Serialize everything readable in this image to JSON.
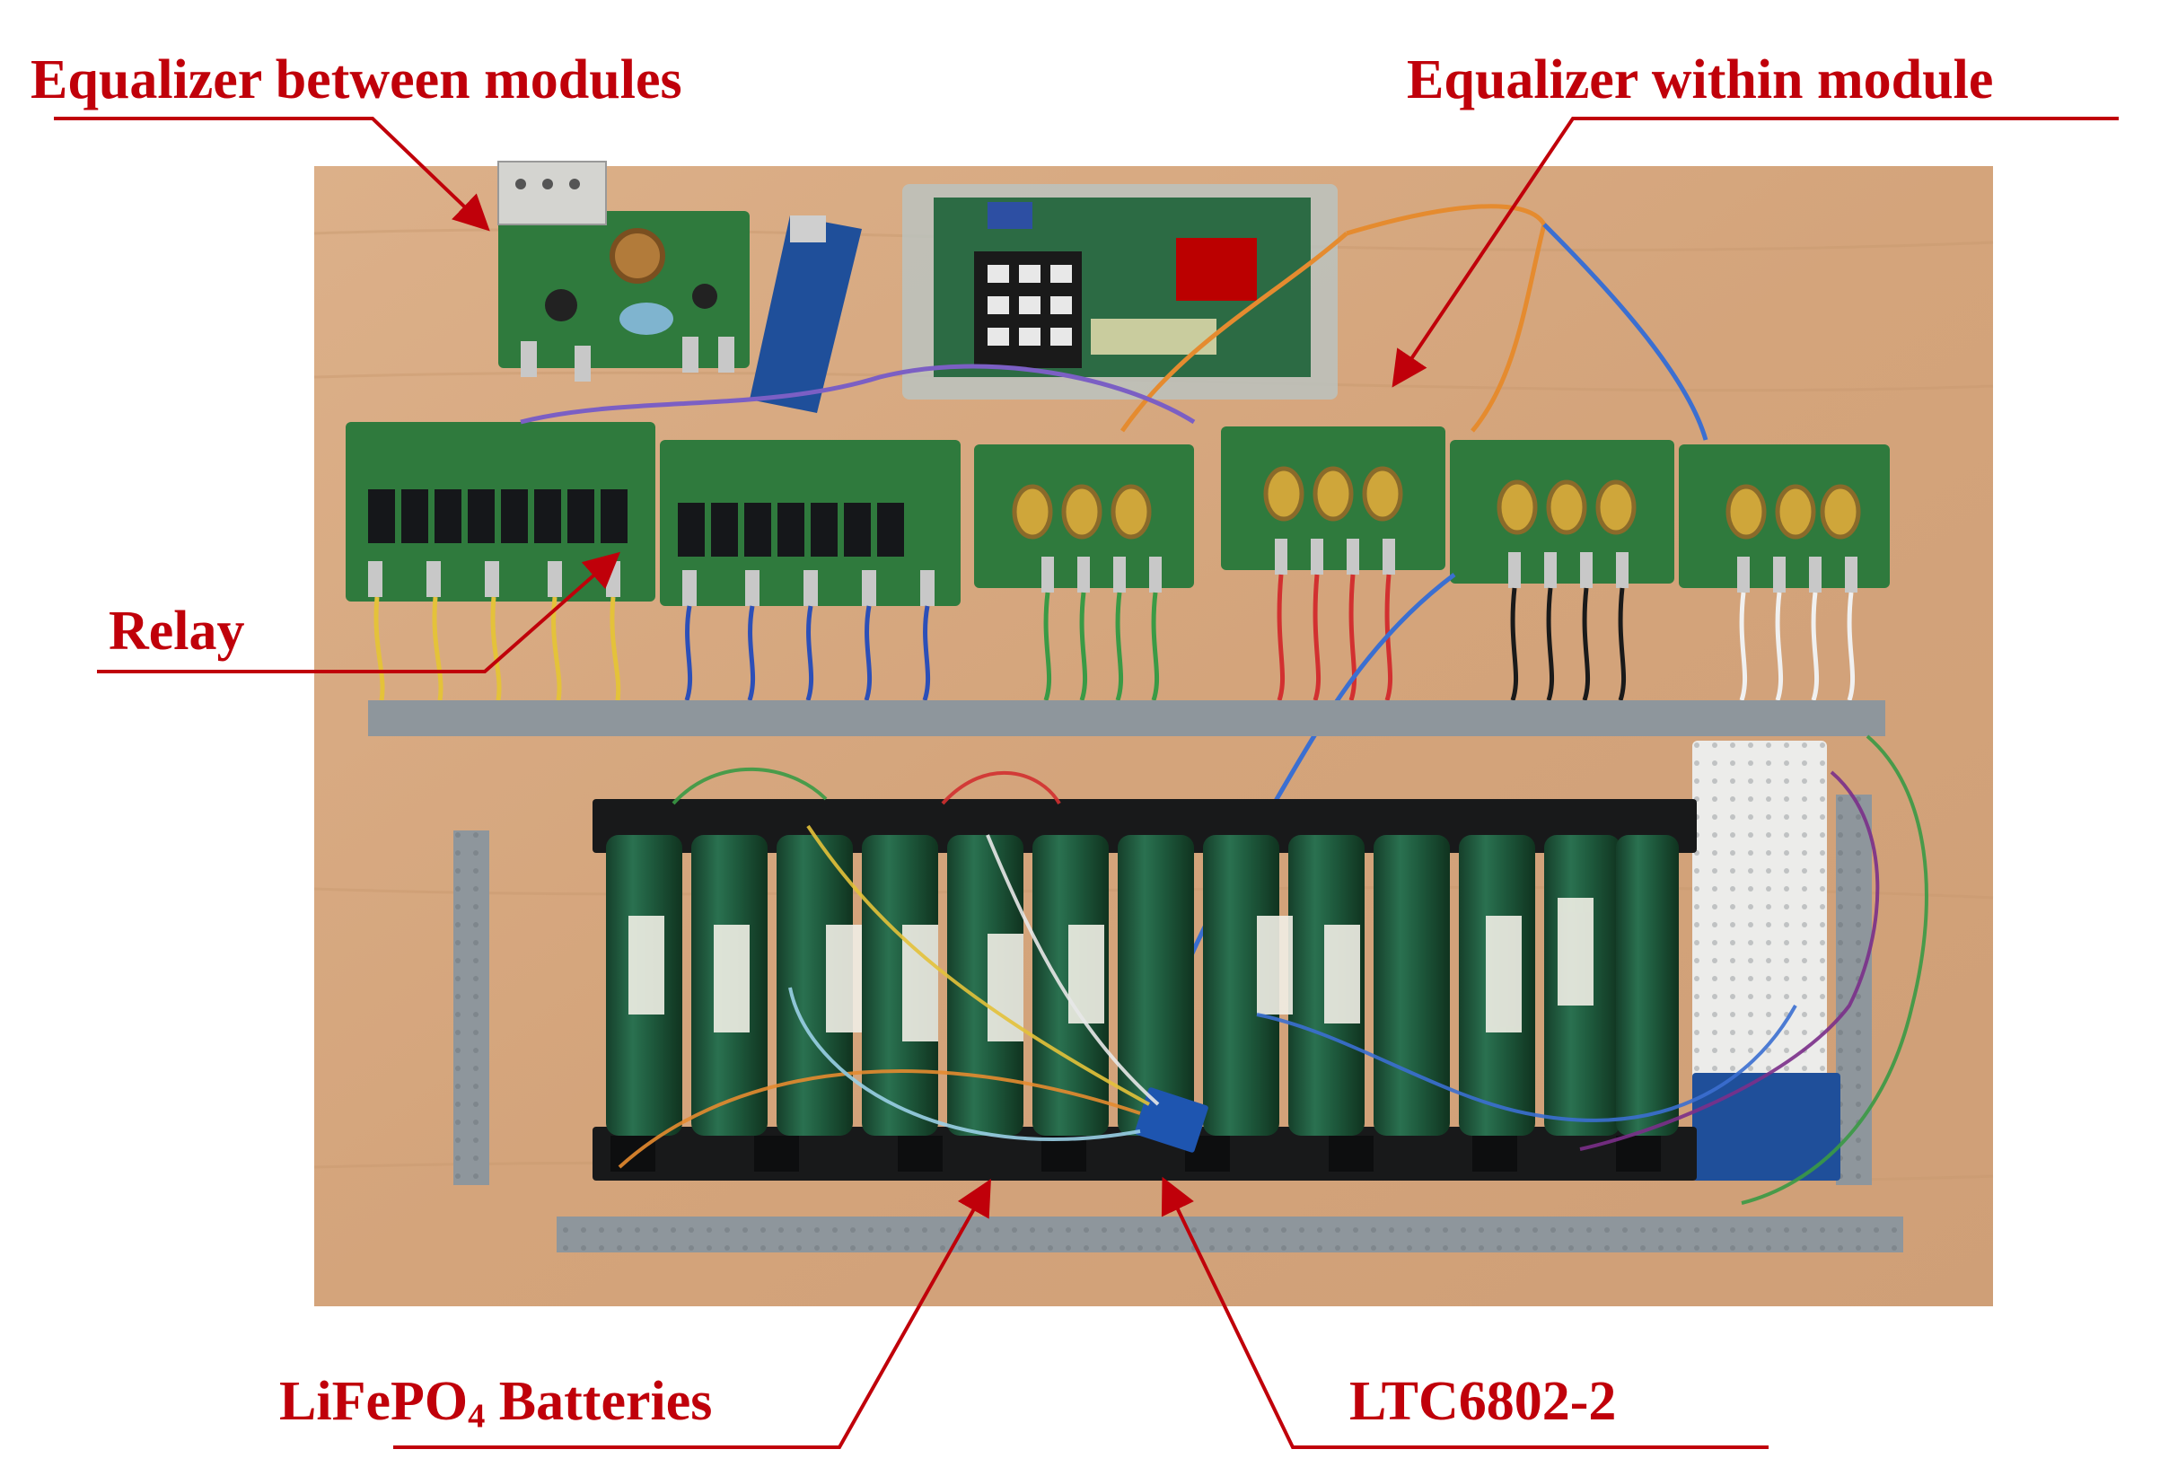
{
  "labels": {
    "equalizer_between": "Equalizer between modules",
    "equalizer_within": "Equalizer within module",
    "relay": "Relay",
    "batteries_prefix": "LiFePO",
    "batteries_subscript": "4",
    "batteries_suffix": " Batteries",
    "ltc": "LTC6802-2"
  },
  "colors": {
    "label_red": "#c0000a",
    "board_wood": "#d7a982",
    "pcb_green": "#2f7a3d",
    "cell_green": "#1f5a3c",
    "holder_black": "#18191a",
    "duct_gray": "#8e969c",
    "toroid_yellow": "#cfa63a"
  },
  "icons": {
    "arrow": "red-leader-arrow",
    "photo": "battery-management-test-bench-photo"
  }
}
